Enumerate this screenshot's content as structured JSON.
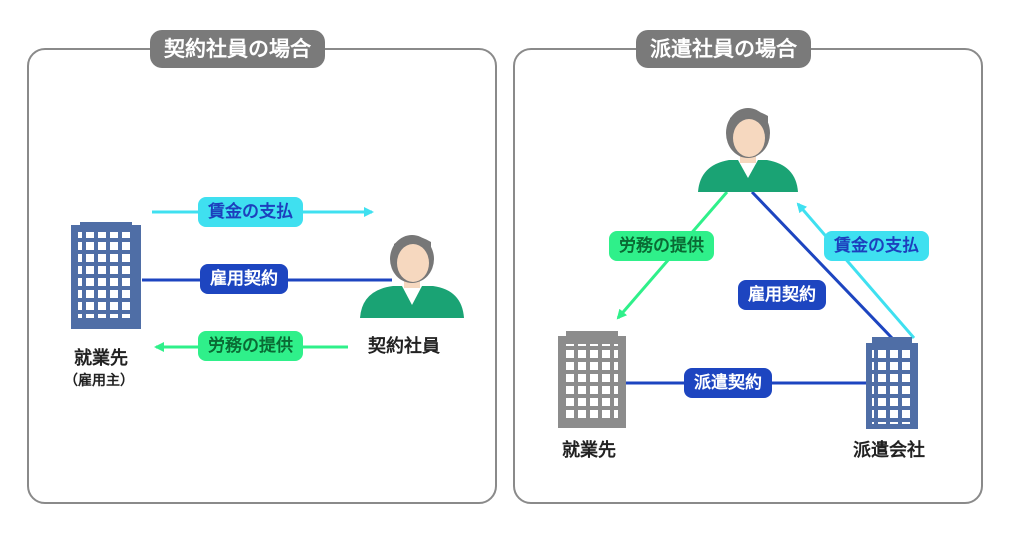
{
  "left": {
    "title": "契約社員の場合",
    "wage_label": "賃金の支払",
    "contract_label": "雇用契約",
    "labor_label": "労務の提供",
    "employer_name": "就業先",
    "employer_sub": "（雇用主）",
    "worker_name": "契約社員"
  },
  "right": {
    "title": "派遣社員の場合",
    "labor_label": "労務の提供",
    "wage_label": "賃金の支払",
    "contract_label": "雇用契約",
    "dispatch_contract_label": "派遣契約",
    "workplace_name": "就業先",
    "agency_name": "派遣会社"
  },
  "colors": {
    "employment_contract": "#1d45c0",
    "wage": "#3fe0f0",
    "labor": "#2ff08a",
    "workplace_building": "#8c8c8c",
    "agency_building": "#4f6ea6",
    "employer_building": "#4f6ea6",
    "person_suit": "#1aa374",
    "person_skin": "#f6d8bf",
    "person_hair": "#777777"
  }
}
